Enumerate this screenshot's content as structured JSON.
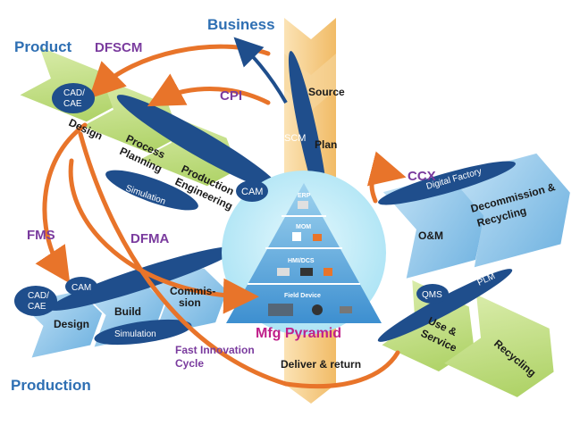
{
  "corner_titles": {
    "business": "Business",
    "product": "Product",
    "production": "Production"
  },
  "cycle_labels": {
    "dfscm": "DFSCM",
    "cpi": "CPI",
    "ccx": "CCX",
    "fms": "FMS",
    "dfma": "DFMA",
    "fast_innovation_line1": "Fast  Innovation",
    "fast_innovation_line2": "Cycle"
  },
  "business_chevron": {
    "source": "Source",
    "plan": "Plan",
    "scm": "SCM",
    "deliver_return": "Deliver & return"
  },
  "product_wing": {
    "cad_cae_line1": "CAD/",
    "cad_cae_line2": "CAE",
    "design": "Design",
    "process_planning_line1": "Process",
    "process_planning_line2": "Planning",
    "production_engineering_line1": "Production",
    "production_engineering_line2": "Engineering",
    "simulation": "Simulation",
    "cam": "CAM"
  },
  "production_wing": {
    "cad_cae_line1": "CAD/",
    "cad_cae_line2": "CAE",
    "cam": "CAM",
    "design": "Design",
    "build": "Build",
    "commission_line1": "Commis-",
    "commission_line2": "sion",
    "simulation": "Simulation"
  },
  "right_upper_wing": {
    "digital_factory": "Digital Factory",
    "om": "O&M",
    "decommission_line1": "Decommission &",
    "decommission_line2": "Recycling"
  },
  "right_lower_wing": {
    "qms": "QMS",
    "plm": "PLM",
    "use_service_line1": "Use &",
    "use_service_line2": "Service",
    "recycling": "Recycling"
  },
  "pyramid": {
    "title": "Mfg Pyramid",
    "levels": [
      "ERP",
      "MOM",
      "HMI/DCS",
      "Field Device"
    ]
  },
  "colors": {
    "title_blue": "#2e6fb3",
    "cycle_purple": "#7a3b9e",
    "pyramid_title": "#c0208a",
    "green_wing": "#bcd97a",
    "blue_wing": "#8cc3e8",
    "orange_chevron": "#f6cf8e",
    "dark_blue_ellipse": "#1f4e8c",
    "orange_arrow": "#e8742a",
    "hub_circle": "#c6eefa"
  }
}
